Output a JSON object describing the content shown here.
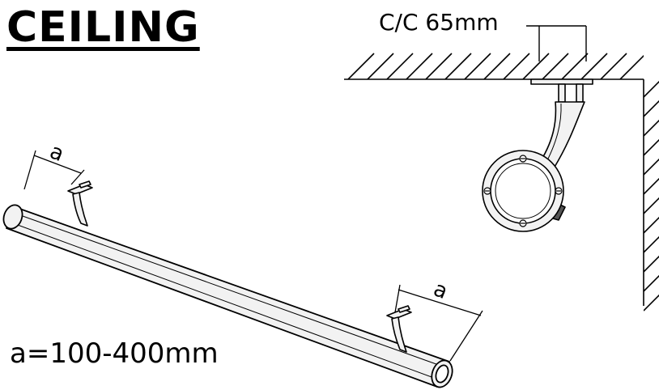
{
  "title": "CEILING",
  "center_distance_label": "C/C 65mm",
  "dimension_symbol": "a",
  "spacing_rule": "a=100-400mm",
  "colors": {
    "line": "#000000",
    "background": "#ffffff",
    "surface_gray": "#f2f2f2"
  }
}
